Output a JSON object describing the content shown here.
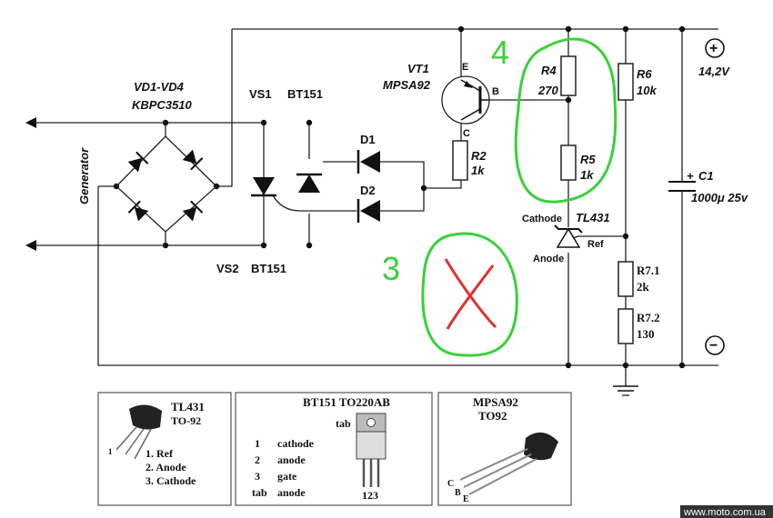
{
  "labels": {
    "generator": "Generator",
    "vd": "VD1-VD4",
    "kbpc": "KBPC3510",
    "vs1": "VS1",
    "bt151_top": "BT151",
    "vs2": "VS2",
    "bt151_bottom": "BT151",
    "d1": "D1",
    "d2": "D2",
    "vt1": "VT1",
    "mpsa92": "MPSA92",
    "e": "E",
    "b": "B",
    "c": "C",
    "r2": "R2",
    "r2v": "1k",
    "r4": "R4",
    "r4v": "270",
    "r5": "R5",
    "r5v": "1k",
    "r6": "R6",
    "r6v": "10k",
    "r71": "R7.1",
    "r71v": "2k",
    "r72": "R7.2",
    "r72v": "130",
    "c1": "C1",
    "c1v": "1000μ 25v",
    "plus_cap": "+",
    "tl431": "TL431",
    "cathode": "Cathode",
    "anode": "Anode",
    "ref": "Ref",
    "voltage": "14,2V",
    "plus": "+",
    "minus": "−",
    "num4": "4",
    "num3": "3"
  },
  "boxes": {
    "tl431": {
      "title": "TL431",
      "package": "TO-92",
      "pin_marker": "1",
      "pins": [
        "1. Ref",
        "2. Anode",
        "3. Cathode"
      ]
    },
    "bt151": {
      "title": "BT151  TO220AB",
      "tab": "tab",
      "pins_num": [
        "1",
        "2",
        "3",
        "tab"
      ],
      "pins_name": [
        "cathode",
        "anode",
        "gate",
        "anode"
      ],
      "pin_numbers": "123"
    },
    "mpsa92": {
      "title": "MPSA92",
      "package": "TO92",
      "c": "C",
      "b": "B",
      "e": "E"
    }
  },
  "watermark": "www.moto.com.ua",
  "colors": {
    "annotation_green": "#3ad03a",
    "cross_red": "#e03030",
    "wire": "#222222"
  }
}
